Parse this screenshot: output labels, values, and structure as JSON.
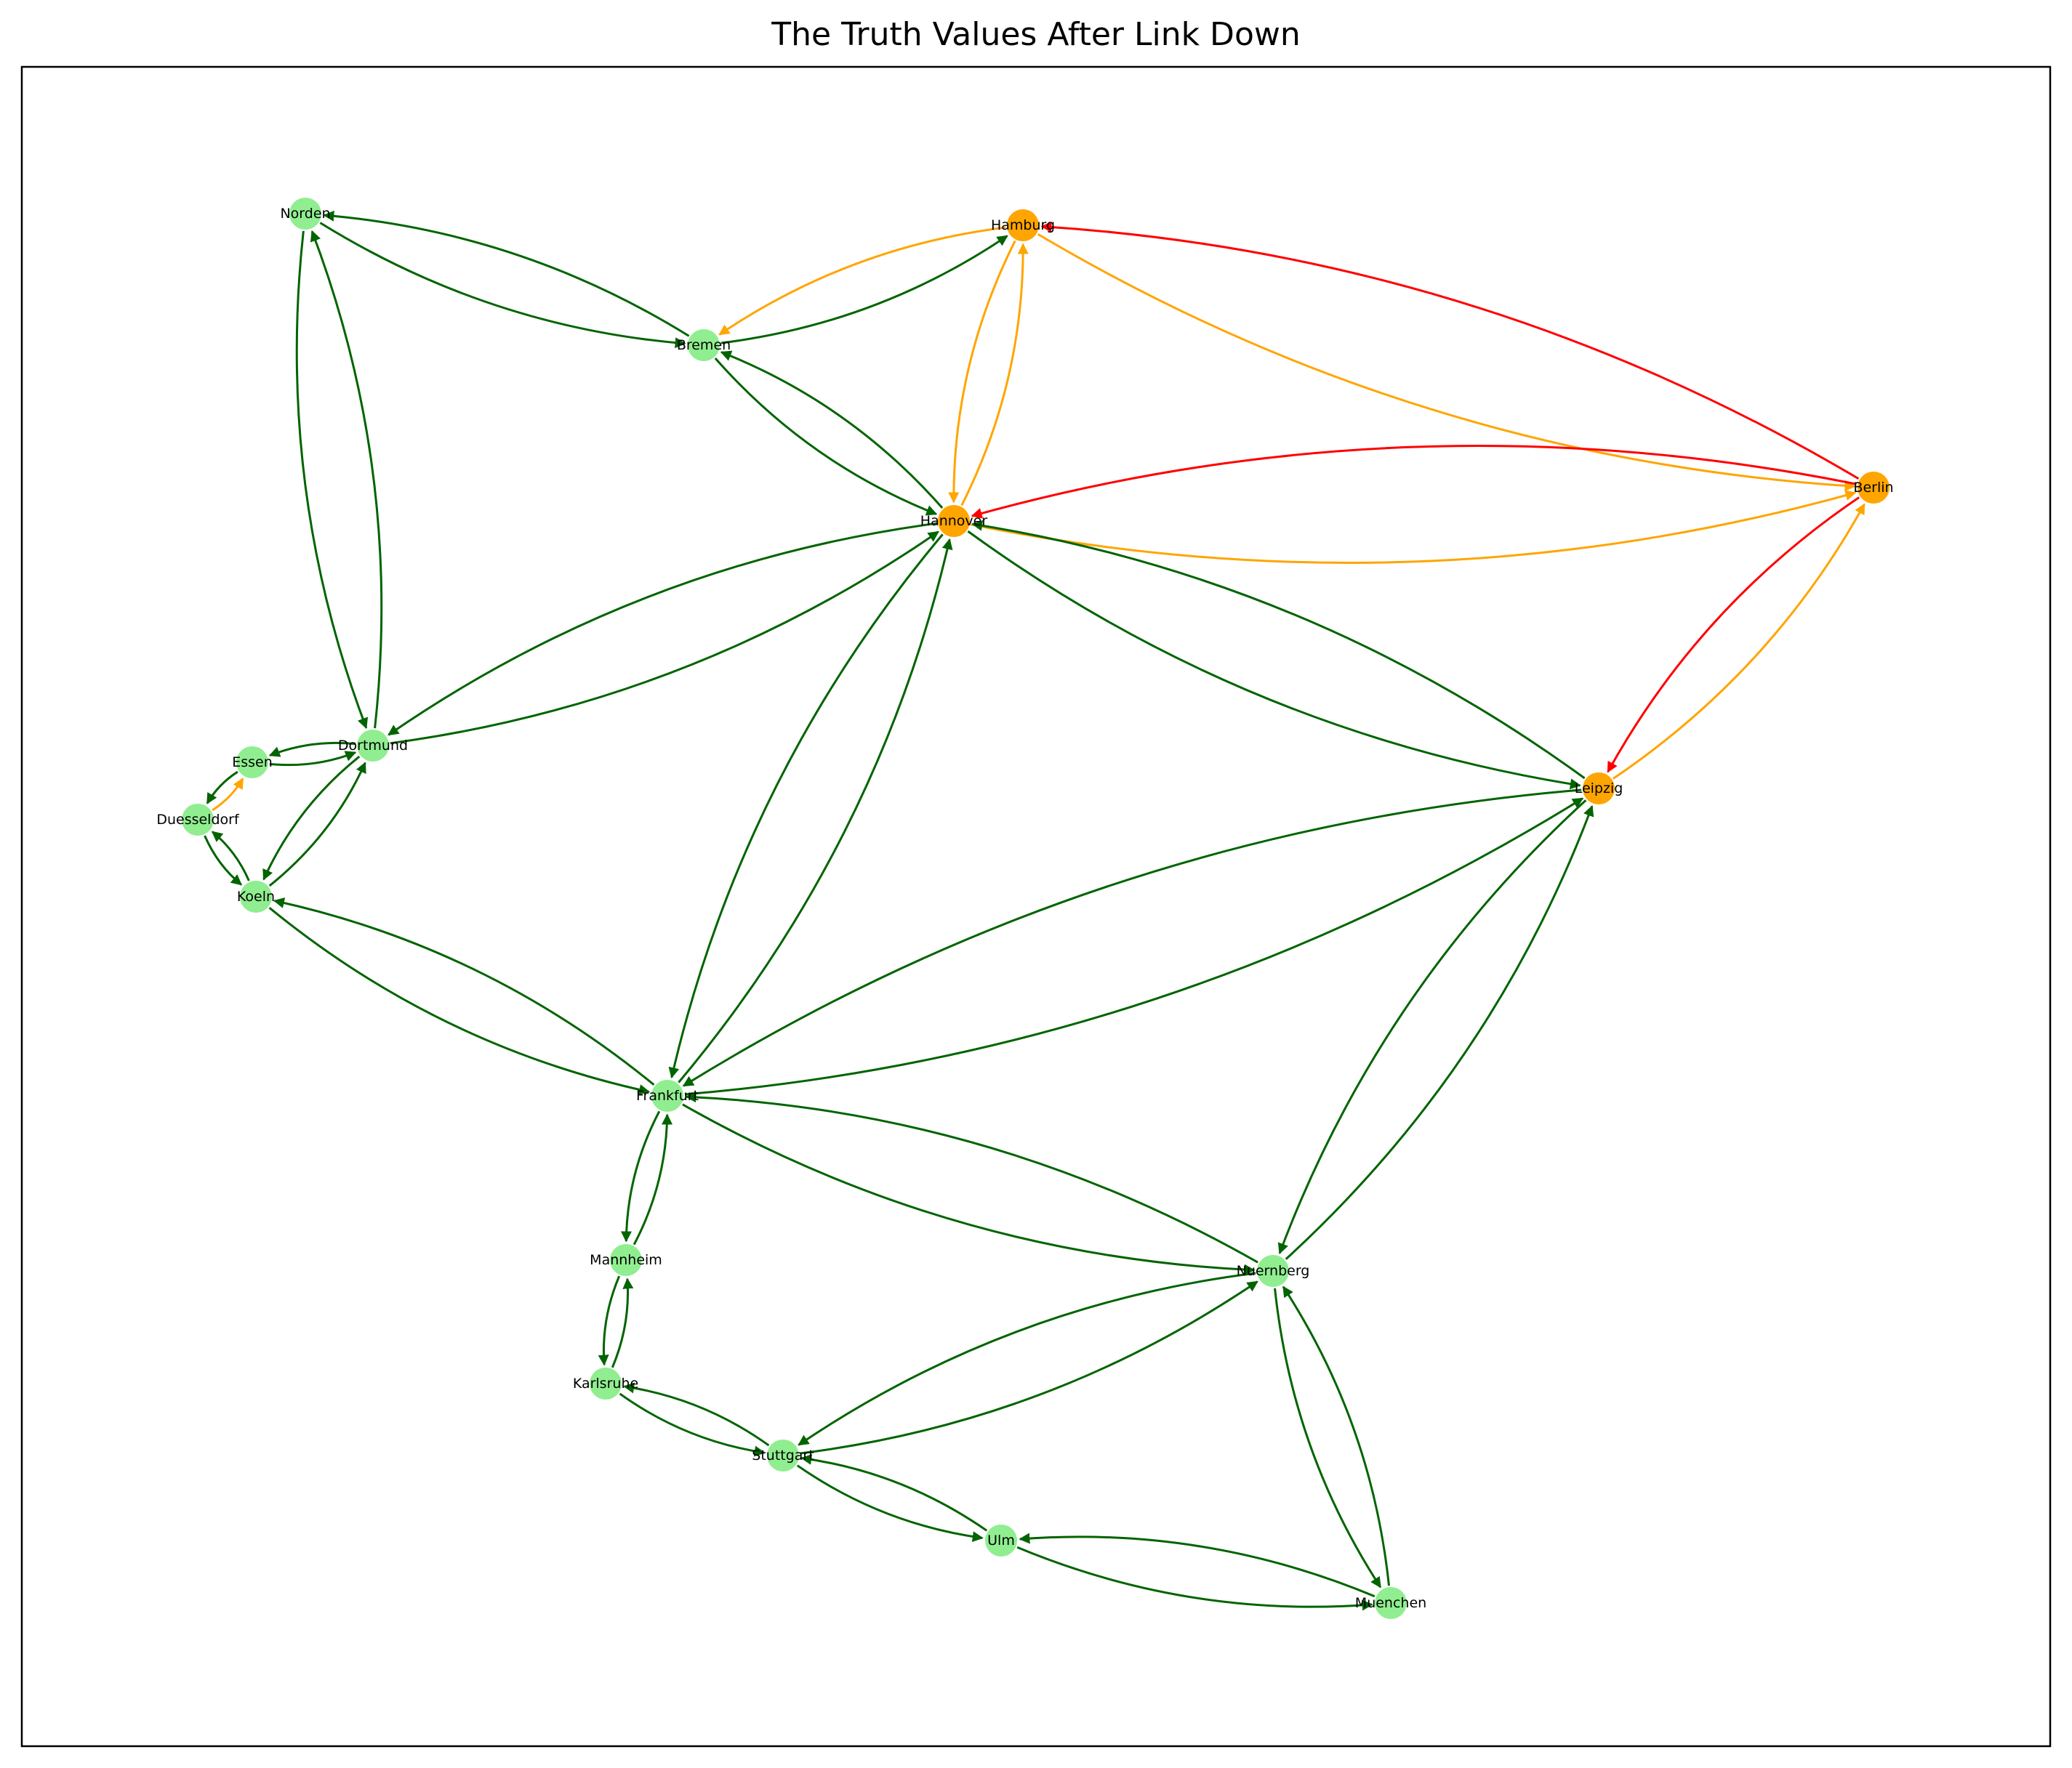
{
  "title": "The Truth Values After Link Down",
  "colors": {
    "node_ok": "#90ee90",
    "node_affected": "#ffa500",
    "edge_ok": "#006400",
    "edge_affected": "#ffa500",
    "edge_down": "#ff0000"
  },
  "nodes": [
    {
      "id": "Norden",
      "status": "ok"
    },
    {
      "id": "Hamburg",
      "status": "affected"
    },
    {
      "id": "Bremen",
      "status": "ok"
    },
    {
      "id": "Berlin",
      "status": "affected"
    },
    {
      "id": "Hannover",
      "status": "affected"
    },
    {
      "id": "Dortmund",
      "status": "ok"
    },
    {
      "id": "Essen",
      "status": "ok"
    },
    {
      "id": "Duesseldorf",
      "status": "ok"
    },
    {
      "id": "Koeln",
      "status": "ok"
    },
    {
      "id": "Leipzig",
      "status": "affected"
    },
    {
      "id": "Frankfurt",
      "status": "ok"
    },
    {
      "id": "Mannheim",
      "status": "ok"
    },
    {
      "id": "Nuernberg",
      "status": "ok"
    },
    {
      "id": "Karlsruhe",
      "status": "ok"
    },
    {
      "id": "Stuttgart",
      "status": "ok"
    },
    {
      "id": "Ulm",
      "status": "ok"
    },
    {
      "id": "Muenchen",
      "status": "ok"
    }
  ],
  "edges": [
    {
      "from": "Norden",
      "to": "Bremen",
      "status": "ok"
    },
    {
      "from": "Bremen",
      "to": "Norden",
      "status": "ok"
    },
    {
      "from": "Norden",
      "to": "Dortmund",
      "status": "ok"
    },
    {
      "from": "Dortmund",
      "to": "Norden",
      "status": "ok"
    },
    {
      "from": "Bremen",
      "to": "Hamburg",
      "status": "ok"
    },
    {
      "from": "Hamburg",
      "to": "Bremen",
      "status": "affected"
    },
    {
      "from": "Bremen",
      "to": "Hannover",
      "status": "ok"
    },
    {
      "from": "Hannover",
      "to": "Bremen",
      "status": "ok"
    },
    {
      "from": "Hamburg",
      "to": "Hannover",
      "status": "affected"
    },
    {
      "from": "Hannover",
      "to": "Hamburg",
      "status": "affected"
    },
    {
      "from": "Hamburg",
      "to": "Berlin",
      "status": "affected"
    },
    {
      "from": "Berlin",
      "to": "Hamburg",
      "status": "down"
    },
    {
      "from": "Berlin",
      "to": "Hannover",
      "status": "down"
    },
    {
      "from": "Hannover",
      "to": "Berlin",
      "status": "affected"
    },
    {
      "from": "Berlin",
      "to": "Leipzig",
      "status": "down"
    },
    {
      "from": "Leipzig",
      "to": "Berlin",
      "status": "affected"
    },
    {
      "from": "Hannover",
      "to": "Dortmund",
      "status": "ok"
    },
    {
      "from": "Dortmund",
      "to": "Hannover",
      "status": "ok"
    },
    {
      "from": "Hannover",
      "to": "Leipzig",
      "status": "ok"
    },
    {
      "from": "Leipzig",
      "to": "Hannover",
      "status": "ok"
    },
    {
      "from": "Hannover",
      "to": "Frankfurt",
      "status": "ok"
    },
    {
      "from": "Frankfurt",
      "to": "Hannover",
      "status": "ok"
    },
    {
      "from": "Dortmund",
      "to": "Essen",
      "status": "ok"
    },
    {
      "from": "Essen",
      "to": "Dortmund",
      "status": "ok"
    },
    {
      "from": "Dortmund",
      "to": "Koeln",
      "status": "ok"
    },
    {
      "from": "Koeln",
      "to": "Dortmund",
      "status": "ok"
    },
    {
      "from": "Essen",
      "to": "Duesseldorf",
      "status": "ok"
    },
    {
      "from": "Duesseldorf",
      "to": "Essen",
      "status": "affected"
    },
    {
      "from": "Duesseldorf",
      "to": "Koeln",
      "status": "ok"
    },
    {
      "from": "Koeln",
      "to": "Duesseldorf",
      "status": "ok"
    },
    {
      "from": "Koeln",
      "to": "Frankfurt",
      "status": "ok"
    },
    {
      "from": "Frankfurt",
      "to": "Koeln",
      "status": "ok"
    },
    {
      "from": "Leipzig",
      "to": "Frankfurt",
      "status": "ok"
    },
    {
      "from": "Frankfurt",
      "to": "Leipzig",
      "status": "ok"
    },
    {
      "from": "Leipzig",
      "to": "Nuernberg",
      "status": "ok"
    },
    {
      "from": "Nuernberg",
      "to": "Leipzig",
      "status": "ok"
    },
    {
      "from": "Frankfurt",
      "to": "Mannheim",
      "status": "ok"
    },
    {
      "from": "Mannheim",
      "to": "Frankfurt",
      "status": "ok"
    },
    {
      "from": "Frankfurt",
      "to": "Nuernberg",
      "status": "ok"
    },
    {
      "from": "Nuernberg",
      "to": "Frankfurt",
      "status": "ok"
    },
    {
      "from": "Mannheim",
      "to": "Karlsruhe",
      "status": "ok"
    },
    {
      "from": "Karlsruhe",
      "to": "Mannheim",
      "status": "ok"
    },
    {
      "from": "Karlsruhe",
      "to": "Stuttgart",
      "status": "ok"
    },
    {
      "from": "Stuttgart",
      "to": "Karlsruhe",
      "status": "ok"
    },
    {
      "from": "Stuttgart",
      "to": "Nuernberg",
      "status": "ok"
    },
    {
      "from": "Nuernberg",
      "to": "Stuttgart",
      "status": "ok"
    },
    {
      "from": "Stuttgart",
      "to": "Ulm",
      "status": "ok"
    },
    {
      "from": "Ulm",
      "to": "Stuttgart",
      "status": "ok"
    },
    {
      "from": "Ulm",
      "to": "Muenchen",
      "status": "ok"
    },
    {
      "from": "Muenchen",
      "to": "Ulm",
      "status": "ok"
    },
    {
      "from": "Nuernberg",
      "to": "Muenchen",
      "status": "ok"
    },
    {
      "from": "Muenchen",
      "to": "Nuernberg",
      "status": "ok"
    }
  ]
}
